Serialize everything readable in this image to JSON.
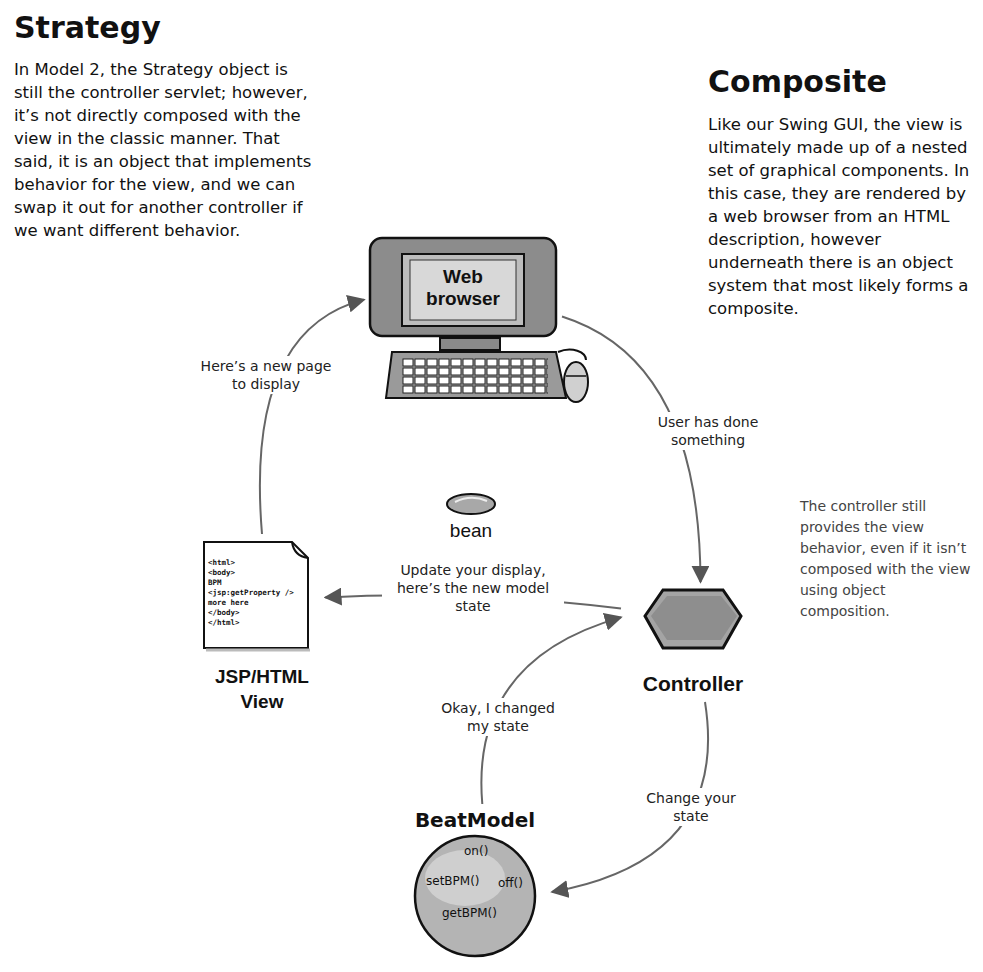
{
  "diagram": {
    "nodes": [
      {
        "text": [
          "Web browser"
        ]
      },
      {
        "text": [
          "bean"
        ]
      },
      {
        "text": [
          "<html>",
          "<body>",
          "BPM",
          "<jsp:getProperty />",
          "more here",
          "</body>",
          "</html>",
          "JSP/HTML View"
        ]
      },
      {
        "text": [
          "Controller"
        ]
      },
      {
        "text": [
          "BeatModel",
          "on()",
          "setBPM()",
          "off()",
          "getBPM()"
        ]
      }
    ],
    "edges": [
      {
        "from": 0,
        "to": 3,
        "label": "User has done something",
        "arrow": "to"
      },
      {
        "from": 3,
        "to": 2,
        "label": "Update your display, here’s the new model state",
        "arrow": "to"
      },
      {
        "from": 2,
        "to": 0,
        "label": "Here’s a new page to display",
        "arrow": "to"
      },
      {
        "from": 3,
        "to": 4,
        "label": "Change your state",
        "arrow": "to"
      },
      {
        "from": 4,
        "to": 3,
        "label": "Okay, I changed my state",
        "arrow": "to"
      }
    ],
    "labels": [
      "Strategy",
      "In Model 2, the Strategy object is still the controller servlet; however, it’s not directly composed with the view in the classic manner. That said, it is an object that implements behavior for the view, and we can swap it out for another controller if we want different behavior.",
      "Composite",
      "Like our Swing GUI, the view is ultimately made up of a nested set of graphical components. In this case, they are rendered by a web browser from an HTML description, however underneath there is an object system that most likely forms a composite.",
      "The controller still provides the view behavior, even if it isn’t composed with the view using object composition."
    ]
  }
}
